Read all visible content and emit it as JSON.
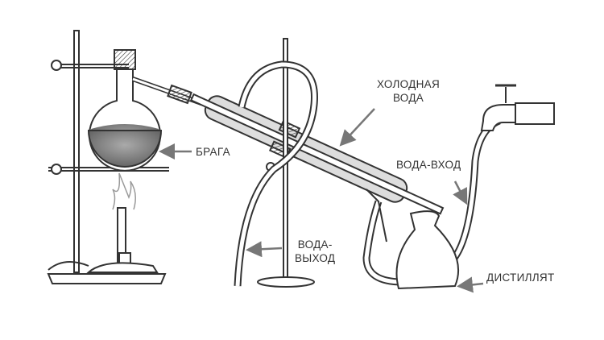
{
  "labels": {
    "cold_water_line1": "ХОЛОДНАЯ",
    "cold_water_line2": "ВОДА",
    "braga": "БРАГА",
    "water_in": "ВОДА-ВХОД",
    "water_out_line1": "ВОДА-",
    "water_out_line2": "ВЫХОД",
    "distillate": "ДИСТИЛЛЯТ"
  },
  "colors": {
    "stroke": "#333333",
    "liquid": "#8a8a8a",
    "arrow": "#777777"
  }
}
